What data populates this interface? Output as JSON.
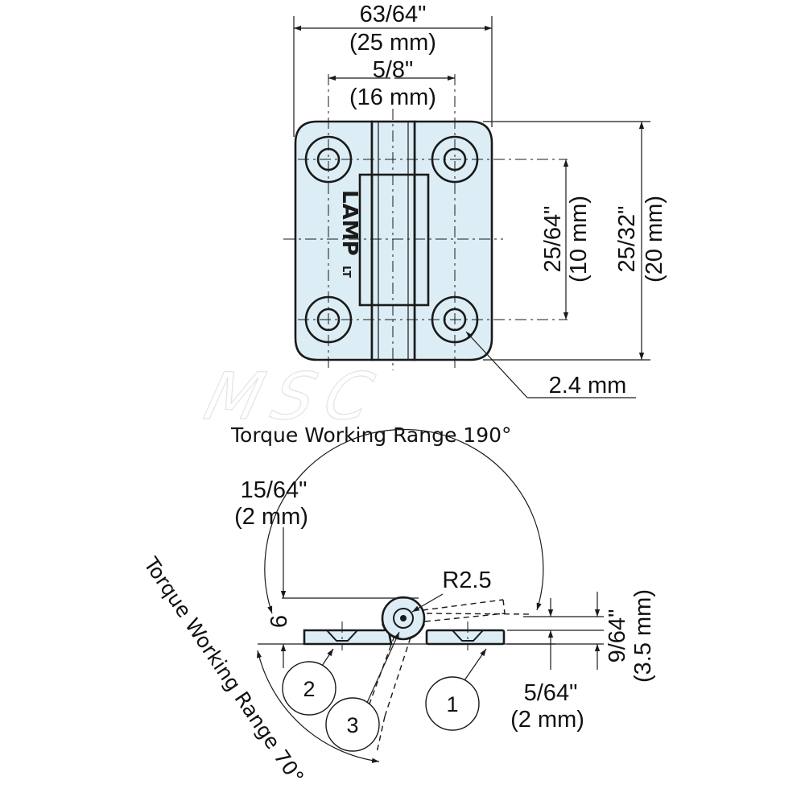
{
  "watermark": "MSC",
  "top_view": {
    "brand": "LAMP",
    "brand_suffix": "LT",
    "dim_overall_width_in": "63/64\"",
    "dim_overall_width_mm": "(25 mm)",
    "dim_hole_spacing_in": "5/8\"",
    "dim_hole_spacing_mm": "(16 mm)",
    "dim_hole_vertical_in": "25/64\"",
    "dim_hole_vertical_mm": "(10 mm)",
    "dim_height_in": "25/32\"",
    "dim_height_mm": "(20 mm)",
    "dim_hole_dia": "2.4 mm"
  },
  "side_view": {
    "caption_190": "Torque Working Range 190°",
    "caption_70": "Torque Working Range 70°",
    "dim_offset_in": "15/64\"",
    "dim_offset_mm": "(2 mm)",
    "dim_radius": "R2.5",
    "dim_six": "6",
    "dim_thickness_in": "9/64\"",
    "dim_thickness_mm": "(3.5 mm)",
    "dim_leaf_in": "5/64\"",
    "dim_leaf_mm": "(2 mm)",
    "callouts": [
      "1",
      "2",
      "3"
    ]
  },
  "colors": {
    "part_fill": "#dcedf5",
    "line": "#1a1a1a"
  }
}
